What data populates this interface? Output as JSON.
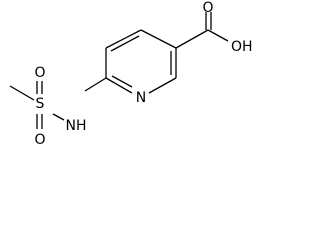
{
  "molecule": {
    "atoms": {
      "oxygen_carbonyl": "O",
      "hydroxyl": "OH",
      "ring_nitrogen": "N",
      "amine": "NH",
      "sulfur": "S",
      "oxygen_sulfonyl_top": "O",
      "oxygen_sulfonyl_bottom": "O"
    },
    "colors": {
      "bond": "#000000",
      "label": "#000000",
      "background": "#ffffff"
    }
  }
}
